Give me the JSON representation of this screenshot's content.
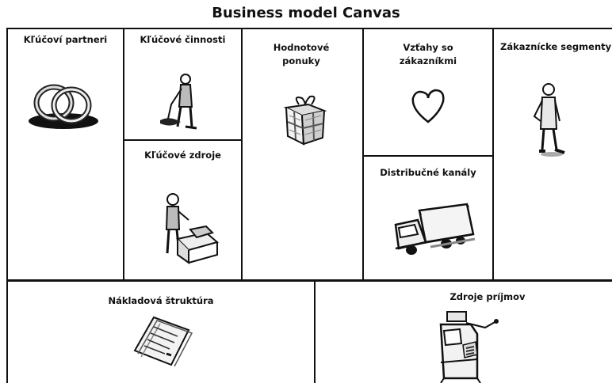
{
  "title": "Business model Canvas",
  "blocks": {
    "key_partners": "Kľúčoví partneri",
    "key_activities": "Kľúčové činnosti",
    "key_resources": "Kľúčové zdroje",
    "value_propositions": "Hodnotové ponuky",
    "customer_relationships": "Vzťahy so zákazníkmi",
    "channels": "Distribučné kanály",
    "customer_segments": "Zákaznícke segmenty",
    "cost_structure": "Nákladová štruktúra",
    "revenue_streams": "Zdroje príjmov"
  },
  "icons": {
    "key_partners": "interlocked-rings-icon",
    "key_activities": "digging-person-icon",
    "key_resources": "person-with-boxes-icon",
    "value_propositions": "gift-box-icon",
    "customer_relationships": "heart-icon",
    "channels": "delivery-truck-icon",
    "customer_segments": "standing-person-icon",
    "cost_structure": "invoice-papers-icon",
    "revenue_streams": "cash-register-icon"
  },
  "colors": {
    "ink": "#111111",
    "background": "#ffffff"
  }
}
